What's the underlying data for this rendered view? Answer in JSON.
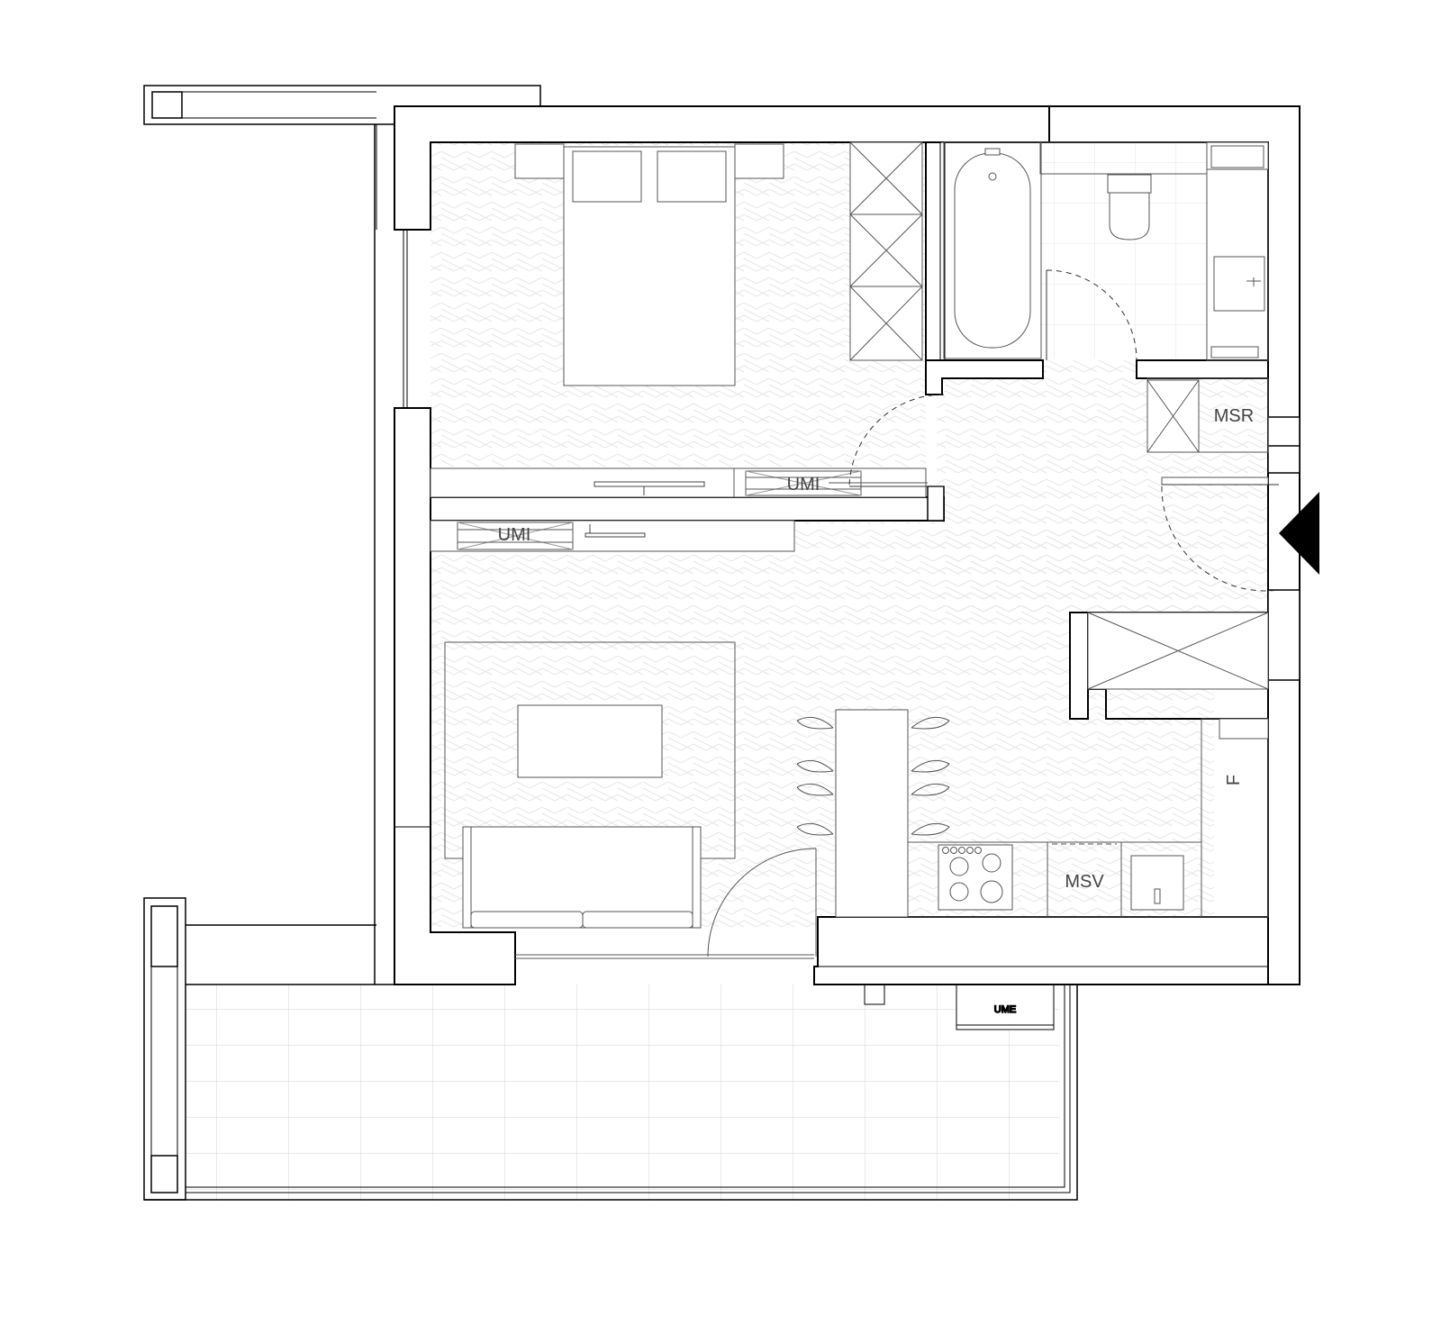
{
  "labels": {
    "umi_bedroom": "UMI",
    "umi_living": "UMI",
    "msr": "MSR",
    "msv": "MSV",
    "fridge": "F",
    "ume": "UME"
  },
  "colors": {
    "wall": "#000000",
    "line": "#333333",
    "thin": "#9a9a9a",
    "floor_pattern": "#e6e6e6",
    "tile_line": "#cfcfcf",
    "fill": "#ffffff",
    "entry_marker": "#000000"
  },
  "icons": [
    "entry-arrow-icon",
    "door-swing-icon",
    "bathtub-icon",
    "toilet-icon",
    "sink-icon",
    "cooktop-icon",
    "bed-icon",
    "sofa-icon",
    "chair-icon",
    "tv-icon"
  ]
}
